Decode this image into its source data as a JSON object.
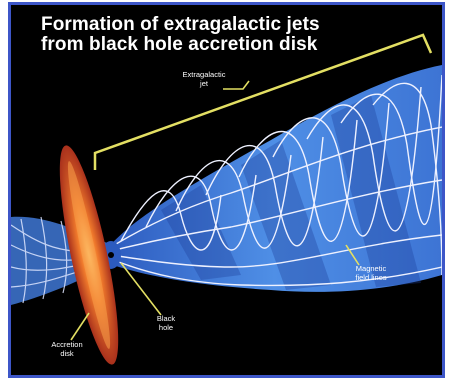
{
  "title": {
    "line1": "Formation of extragalactic jets",
    "line2": "from black hole accretion disk"
  },
  "labels": {
    "jet": {
      "line1": "Extragalactic",
      "line2": "jet"
    },
    "magnetic": {
      "line1": "Magnetic",
      "line2": "field lines"
    },
    "black_hole": {
      "line1": "Black",
      "line2": "hole"
    },
    "accretion": {
      "line1": "Accretion",
      "line2": "disk"
    }
  },
  "colors": {
    "frame_border": "#3d56c8",
    "background": "#000000",
    "jet_blue": "#4f8fe6",
    "field_lines": "#e6eaff",
    "disk_orange": "#e8602a",
    "bracket_yellow": "#e3df63"
  }
}
